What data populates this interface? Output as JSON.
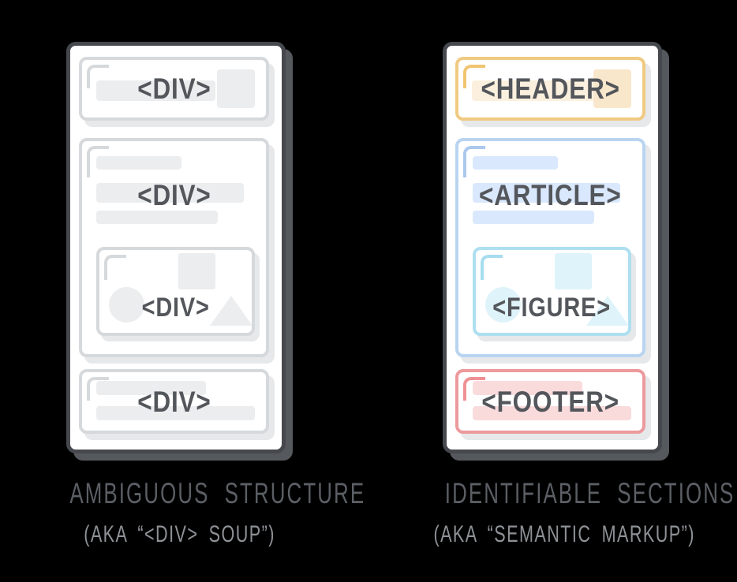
{
  "left_panel": {
    "title": "AMBIGUOUS STRUCTURE",
    "subtitle": "(AKA “<DIV> SOUP”)",
    "boxes": [
      {
        "tag": "<DIV>"
      },
      {
        "tag": "<DIV>",
        "nested_tag": "<DIV>"
      },
      {
        "tag": "<DIV>"
      }
    ]
  },
  "right_panel": {
    "title": "IDENTIFIABLE SECTIONS",
    "subtitle": "(AKA “SEMANTIC MARKUP”)",
    "boxes": [
      {
        "tag": "<HEADER>"
      },
      {
        "tag": "<ARTICLE>",
        "nested_tag": "<FIGURE>"
      },
      {
        "tag": "<FOOTER>"
      }
    ]
  },
  "colors": {
    "background": "#000000",
    "card_bg": "#ffffff",
    "card_border": "#45484c",
    "card_shadow": "#55585d",
    "neutral_border": "#d6d9dc",
    "neutral_fill": "#ebedef",
    "inner_shadow": "#e6e8ea",
    "tag_text": "#53565b",
    "title_text": "#5b5f65",
    "subtitle_text": "#8e9297",
    "header_border": "#f0ca82",
    "header_bracket": "#f1c470",
    "header_fill": "#fbf0de",
    "header_fill_dark": "#f8e7cb",
    "article_border": "#b9d4f1",
    "article_bracket": "#abc8ed",
    "article_fill": "#d9e8fc",
    "figure_border": "#aedff0",
    "figure_bracket": "#a6ddee",
    "figure_fill": "#dff3fa",
    "footer_border": "#ec9a9d",
    "footer_bracket": "#ef9094",
    "footer_fill": "#fadbdc"
  }
}
